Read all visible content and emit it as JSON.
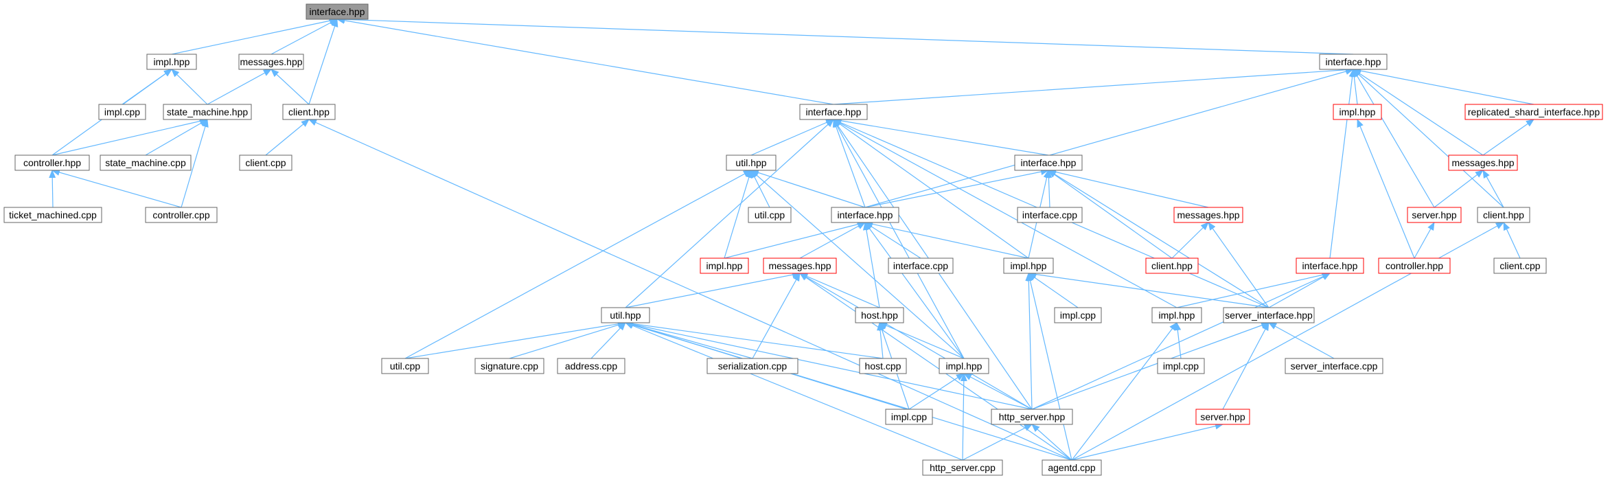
{
  "graph": {
    "edge_color": "#63b8ff",
    "node_fill": "#ffffff",
    "node_stroke": "#666666",
    "text_color": "#000000",
    "highlight_fill": "#999999",
    "highlight_stroke": "#666666",
    "truncated_stroke": "#ff0000",
    "nodes": [
      {
        "id": "n_iface_root",
        "label": "interface.hpp",
        "style": "root"
      },
      {
        "id": "n_impl_hpp_a",
        "label": "impl.hpp",
        "style": "normal"
      },
      {
        "id": "n_messages_a",
        "label": "messages.hpp",
        "style": "normal"
      },
      {
        "id": "n_impl_cpp_a",
        "label": "impl.cpp",
        "style": "normal"
      },
      {
        "id": "n_state_machine",
        "label": "state_machine.hpp",
        "style": "normal"
      },
      {
        "id": "n_client_a",
        "label": "client.hpp",
        "style": "normal"
      },
      {
        "id": "n_controller_hpp",
        "label": "controller.hpp",
        "style": "normal"
      },
      {
        "id": "n_state_machine_cpp",
        "label": "state_machine.cpp",
        "style": "normal"
      },
      {
        "id": "n_client_cpp_a",
        "label": "client.cpp",
        "style": "normal"
      },
      {
        "id": "n_ticket",
        "label": "ticket_machined.cpp",
        "style": "normal"
      },
      {
        "id": "n_controller_cpp",
        "label": "controller.cpp",
        "style": "normal"
      },
      {
        "id": "n_iface_r",
        "label": "interface.hpp",
        "style": "normal"
      },
      {
        "id": "n_iface_m",
        "label": "interface.hpp",
        "style": "normal"
      },
      {
        "id": "n_impl_hpp_red",
        "label": "impl.hpp",
        "style": "truncated"
      },
      {
        "id": "n_replicated",
        "label": "replicated_shard_interface.hpp",
        "style": "truncated"
      },
      {
        "id": "n_util_hpp_a",
        "label": "util.hpp",
        "style": "normal"
      },
      {
        "id": "n_iface_c",
        "label": "interface.hpp",
        "style": "normal"
      },
      {
        "id": "n_messages_red_r",
        "label": "messages.hpp",
        "style": "truncated"
      },
      {
        "id": "n_iface_d",
        "label": "interface.hpp",
        "style": "normal"
      },
      {
        "id": "n_util_cpp_a",
        "label": "util.cpp",
        "style": "normal"
      },
      {
        "id": "n_interface_cpp_c",
        "label": "interface.cpp",
        "style": "normal"
      },
      {
        "id": "n_messages_red_c",
        "label": "messages.hpp",
        "style": "truncated"
      },
      {
        "id": "n_server_red_a",
        "label": "server.hpp",
        "style": "truncated"
      },
      {
        "id": "n_client_r",
        "label": "client.hpp",
        "style": "normal"
      },
      {
        "id": "n_impl_hpp_red2",
        "label": "impl.hpp",
        "style": "truncated"
      },
      {
        "id": "n_messages_red_d",
        "label": "messages.hpp",
        "style": "truncated"
      },
      {
        "id": "n_interface_cpp_d",
        "label": "interface.cpp",
        "style": "normal"
      },
      {
        "id": "n_impl_hpp_c",
        "label": "impl.hpp",
        "style": "normal"
      },
      {
        "id": "n_client_red_c",
        "label": "client.hpp",
        "style": "truncated"
      },
      {
        "id": "n_iface_red_r",
        "label": "interface.hpp",
        "style": "truncated"
      },
      {
        "id": "n_controller_red",
        "label": "controller.hpp",
        "style": "truncated"
      },
      {
        "id": "n_client_cpp_r",
        "label": "client.cpp",
        "style": "normal"
      },
      {
        "id": "n_util_hpp_b",
        "label": "util.hpp",
        "style": "normal"
      },
      {
        "id": "n_host_hpp",
        "label": "host.hpp",
        "style": "normal"
      },
      {
        "id": "n_impl_cpp_c",
        "label": "impl.cpp",
        "style": "normal"
      },
      {
        "id": "n_impl_hpp_r",
        "label": "impl.hpp",
        "style": "normal"
      },
      {
        "id": "n_server_interface",
        "label": "server_interface.hpp",
        "style": "normal"
      },
      {
        "id": "n_util_cpp_b",
        "label": "util.cpp",
        "style": "normal"
      },
      {
        "id": "n_signature",
        "label": "signature.cpp",
        "style": "normal"
      },
      {
        "id": "n_address",
        "label": "address.cpp",
        "style": "normal"
      },
      {
        "id": "n_serialization",
        "label": "serialization.cpp",
        "style": "normal"
      },
      {
        "id": "n_host_cpp",
        "label": "host.cpp",
        "style": "normal"
      },
      {
        "id": "n_impl_hpp_d",
        "label": "impl.hpp",
        "style": "normal"
      },
      {
        "id": "n_impl_cpp_r",
        "label": "impl.cpp",
        "style": "normal"
      },
      {
        "id": "n_server_interface_cpp",
        "label": "server_interface.cpp",
        "style": "normal"
      },
      {
        "id": "n_impl_cpp_d",
        "label": "impl.cpp",
        "style": "normal"
      },
      {
        "id": "n_http_server_hpp",
        "label": "http_server.hpp",
        "style": "normal"
      },
      {
        "id": "n_server_red_b",
        "label": "server.hpp",
        "style": "truncated"
      },
      {
        "id": "n_http_server_cpp",
        "label": "http_server.cpp",
        "style": "normal"
      },
      {
        "id": "n_agentd",
        "label": "agentd.cpp",
        "style": "normal"
      }
    ],
    "edges": [
      [
        "n_impl_hpp_a",
        "n_iface_root"
      ],
      [
        "n_messages_a",
        "n_iface_root"
      ],
      [
        "n_client_a",
        "n_iface_root"
      ],
      [
        "n_iface_r",
        "n_iface_root"
      ],
      [
        "n_iface_m",
        "n_iface_root"
      ],
      [
        "n_impl_cpp_a",
        "n_impl_hpp_a"
      ],
      [
        "n_state_machine",
        "n_impl_hpp_a"
      ],
      [
        "n_controller_hpp",
        "n_impl_hpp_a"
      ],
      [
        "n_state_machine",
        "n_messages_a"
      ],
      [
        "n_client_a",
        "n_messages_a"
      ],
      [
        "n_controller_hpp",
        "n_state_machine"
      ],
      [
        "n_state_machine_cpp",
        "n_state_machine"
      ],
      [
        "n_controller_cpp",
        "n_state_machine"
      ],
      [
        "n_client_cpp_a",
        "n_client_a"
      ],
      [
        "n_agentd",
        "n_client_a"
      ],
      [
        "n_ticket",
        "n_controller_hpp"
      ],
      [
        "n_controller_cpp",
        "n_controller_hpp"
      ],
      [
        "n_iface_m",
        "n_iface_r"
      ],
      [
        "n_impl_hpp_red",
        "n_iface_r"
      ],
      [
        "n_replicated",
        "n_iface_r"
      ],
      [
        "n_messages_red_r",
        "n_iface_r"
      ],
      [
        "n_server_red_a",
        "n_iface_r"
      ],
      [
        "n_client_r",
        "n_iface_r"
      ],
      [
        "n_iface_red_r",
        "n_iface_r"
      ],
      [
        "n_iface_d",
        "n_iface_r"
      ],
      [
        "n_messages_red_r",
        "n_replicated"
      ],
      [
        "n_controller_red",
        "n_impl_hpp_red"
      ],
      [
        "n_server_red_a",
        "n_messages_red_r"
      ],
      [
        "n_client_r",
        "n_messages_red_r"
      ],
      [
        "n_controller_red",
        "n_server_red_a"
      ],
      [
        "n_client_cpp_r",
        "n_client_r"
      ],
      [
        "n_agentd",
        "n_client_r"
      ],
      [
        "n_util_hpp_a",
        "n_iface_m"
      ],
      [
        "n_iface_c",
        "n_iface_m"
      ],
      [
        "n_iface_d",
        "n_iface_m"
      ],
      [
        "n_impl_hpp_c",
        "n_iface_m"
      ],
      [
        "n_util_hpp_b",
        "n_iface_m"
      ],
      [
        "n_impl_hpp_r",
        "n_iface_m"
      ],
      [
        "n_server_interface",
        "n_iface_m"
      ],
      [
        "n_http_server_hpp",
        "n_iface_m"
      ],
      [
        "n_impl_hpp_d",
        "n_iface_m"
      ],
      [
        "n_util_cpp_a",
        "n_util_hpp_a"
      ],
      [
        "n_iface_d",
        "n_util_hpp_a"
      ],
      [
        "n_impl_hpp_red2",
        "n_util_hpp_a"
      ],
      [
        "n_util_cpp_b",
        "n_util_hpp_a"
      ],
      [
        "n_impl_hpp_d",
        "n_util_hpp_a"
      ],
      [
        "n_iface_d",
        "n_iface_c"
      ],
      [
        "n_interface_cpp_c",
        "n_iface_c"
      ],
      [
        "n_messages_red_c",
        "n_iface_c"
      ],
      [
        "n_impl_hpp_c",
        "n_iface_c"
      ],
      [
        "n_client_red_c",
        "n_iface_c"
      ],
      [
        "n_server_interface",
        "n_iface_c"
      ],
      [
        "n_client_red_c",
        "n_messages_red_c"
      ],
      [
        "n_server_interface",
        "n_messages_red_c"
      ],
      [
        "n_impl_hpp_red2",
        "n_iface_d"
      ],
      [
        "n_messages_red_d",
        "n_iface_d"
      ],
      [
        "n_interface_cpp_d",
        "n_iface_d"
      ],
      [
        "n_impl_hpp_c",
        "n_iface_d"
      ],
      [
        "n_host_hpp",
        "n_iface_d"
      ],
      [
        "n_impl_hpp_d",
        "n_iface_d"
      ],
      [
        "n_util_hpp_b",
        "n_messages_red_d"
      ],
      [
        "n_host_hpp",
        "n_messages_red_d"
      ],
      [
        "n_serialization",
        "n_messages_red_d"
      ],
      [
        "n_http_server_hpp",
        "n_messages_red_d"
      ],
      [
        "n_agentd",
        "n_messages_red_d"
      ],
      [
        "n_impl_cpp_c",
        "n_impl_hpp_c"
      ],
      [
        "n_http_server_hpp",
        "n_impl_hpp_c"
      ],
      [
        "n_server_interface",
        "n_impl_hpp_c"
      ],
      [
        "n_agentd",
        "n_impl_hpp_c"
      ],
      [
        "n_impl_hpp_r",
        "n_iface_red_r"
      ],
      [
        "n_server_interface",
        "n_iface_red_r"
      ],
      [
        "n_http_server_hpp",
        "n_iface_red_r"
      ],
      [
        "n_util_cpp_b",
        "n_util_hpp_b"
      ],
      [
        "n_signature",
        "n_util_hpp_b"
      ],
      [
        "n_address",
        "n_util_hpp_b"
      ],
      [
        "n_serialization",
        "n_util_hpp_b"
      ],
      [
        "n_host_cpp",
        "n_util_hpp_b"
      ],
      [
        "n_impl_cpp_d",
        "n_util_hpp_b"
      ],
      [
        "n_http_server_hpp",
        "n_util_hpp_b"
      ],
      [
        "n_agentd",
        "n_util_hpp_b"
      ],
      [
        "n_http_server_cpp",
        "n_util_hpp_b"
      ],
      [
        "n_host_cpp",
        "n_host_hpp"
      ],
      [
        "n_impl_hpp_d",
        "n_host_hpp"
      ],
      [
        "n_impl_cpp_d",
        "n_host_hpp"
      ],
      [
        "n_impl_cpp_r",
        "n_impl_hpp_r"
      ],
      [
        "n_agentd",
        "n_impl_hpp_r"
      ],
      [
        "n_server_interface_cpp",
        "n_server_interface"
      ],
      [
        "n_http_server_hpp",
        "n_server_interface"
      ],
      [
        "n_server_red_b",
        "n_server_interface"
      ],
      [
        "n_impl_cpp_d",
        "n_impl_hpp_d"
      ],
      [
        "n_http_server_hpp",
        "n_impl_hpp_d"
      ],
      [
        "n_http_server_cpp",
        "n_impl_hpp_d"
      ],
      [
        "n_http_server_cpp",
        "n_http_server_hpp"
      ],
      [
        "n_agentd",
        "n_http_server_hpp"
      ],
      [
        "n_agentd",
        "n_server_red_b"
      ]
    ]
  }
}
